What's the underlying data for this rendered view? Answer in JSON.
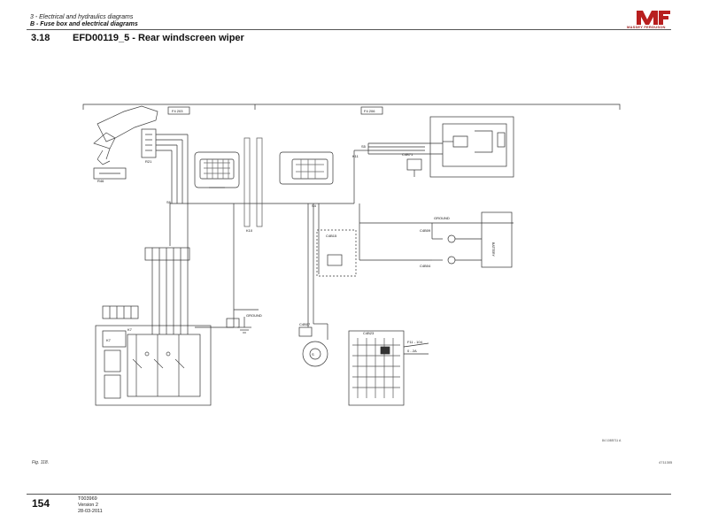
{
  "header": {
    "chapter": "3 - Electrical and hydraulics diagrams",
    "section": "B - Fuse box and electrical diagrams",
    "brand": "MASSEY FERGUSON"
  },
  "title": {
    "number": "3.18",
    "text": "EFD00119_5 - Rear windscreen wiper"
  },
  "diagram": {
    "harness_left": "F4 203",
    "harness_right": "F4 206",
    "connectors": {
      "r21": "R21",
      "k7": "K7",
      "k10": "K10",
      "k11": "K11",
      "c4b15": "C4B15",
      "c4b07": "C4B07",
      "c4b71": "C4B71",
      "c4b09": "C4B09",
      "c4b04": "C4B04",
      "s": "S",
      "c4b23": "C4B23",
      "battery": "BATTERY",
      "r46": "R46"
    },
    "ground_labels": [
      "GROUND",
      "GROUND"
    ],
    "splices": [
      "S6",
      "S4",
      "S5"
    ],
    "wire_labels": [
      "F11 - 104",
      "0 - 2A"
    ],
    "drawing_ref": "84 1085711 A"
  },
  "figure": {
    "label": "Fig. 118.",
    "code": "4711305"
  },
  "footer": {
    "page": "154",
    "doc_id": "T003969",
    "version": "Version 2",
    "date": "28-03-2011"
  }
}
